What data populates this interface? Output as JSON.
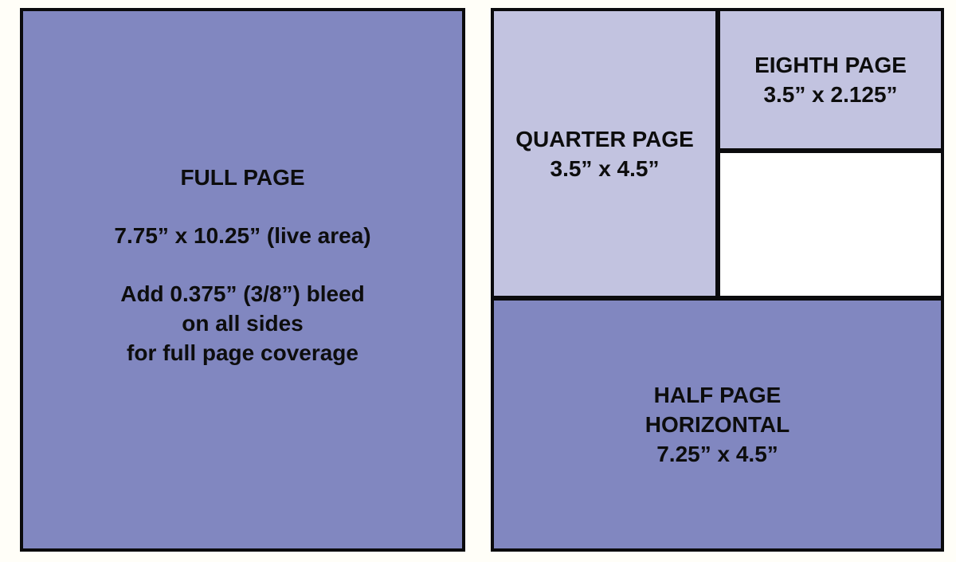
{
  "colors": {
    "page_bg": "#fffef8",
    "full_half_fill": "#8187c0",
    "quarter_eighth_fill": "#c2c3e0",
    "empty_fill": "#ffffff",
    "border": "#0b0b0d",
    "text": "#0d0d0d"
  },
  "ads": {
    "full_page": {
      "title": "FULL PAGE",
      "size": "7.75” x 10.25” (live area)",
      "bleed_note_line1": "Add 0.375” (3/8”) bleed",
      "bleed_note_line2": "on all sides",
      "bleed_note_line3": "for full page coverage"
    },
    "quarter_page": {
      "title": "QUARTER PAGE",
      "size": "3.5” x 4.5”"
    },
    "eighth_page": {
      "title": "EIGHTH PAGE",
      "size": "3.5” x 2.125”"
    },
    "half_page_horizontal": {
      "title_line1": "HALF PAGE",
      "title_line2": "HORIZONTAL",
      "size": "7.25” x 4.5”"
    }
  }
}
